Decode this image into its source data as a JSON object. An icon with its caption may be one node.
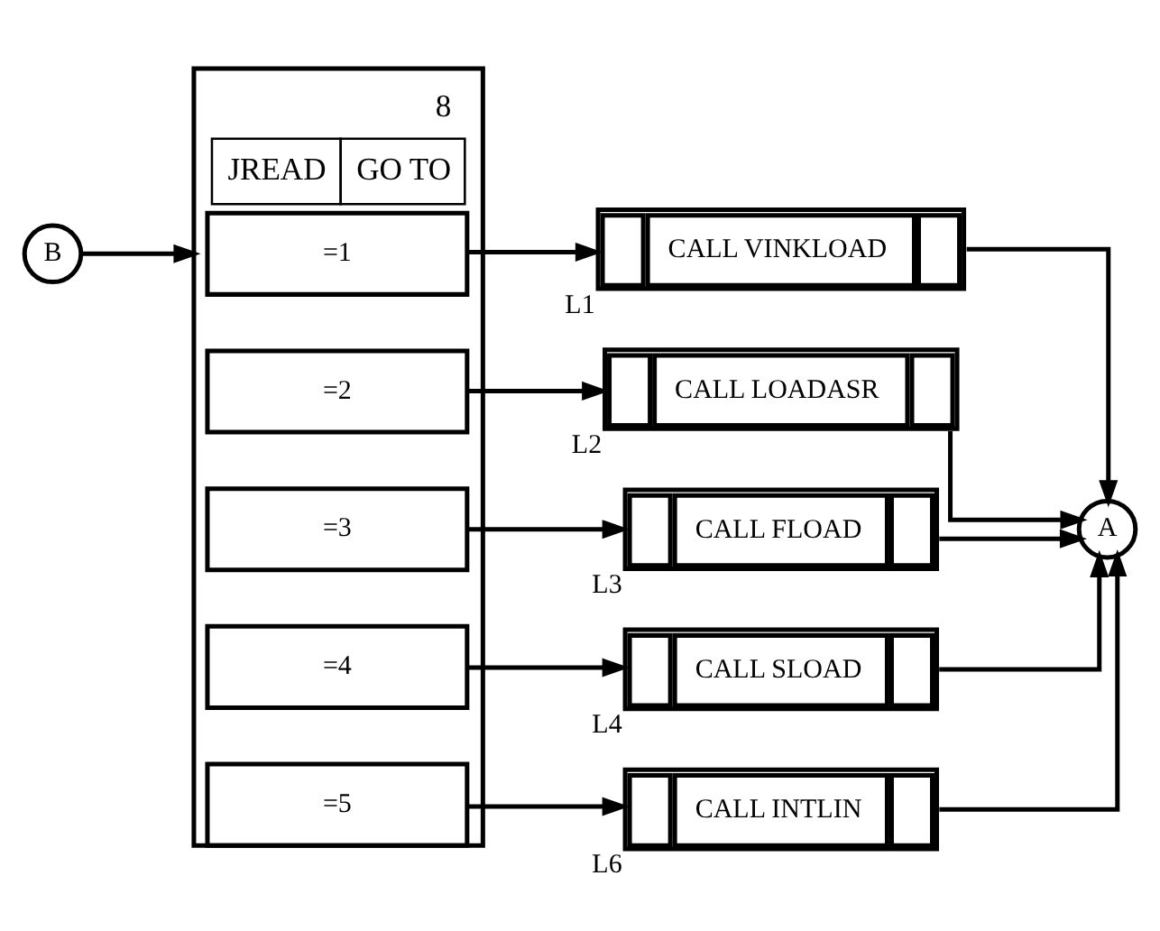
{
  "diagram": {
    "nodes": [
      {
        "text": [
          "B"
        ]
      },
      {
        "text": [
          "JREAD",
          "GO TO"
        ],
        "beside": [
          "8"
        ]
      },
      {
        "text": [
          "=1"
        ],
        "in": 1
      },
      {
        "text": [
          "=2"
        ],
        "in": 1
      },
      {
        "text": [
          "=3"
        ],
        "in": 1
      },
      {
        "text": [
          "=4"
        ],
        "in": 1
      },
      {
        "text": [
          "=5"
        ],
        "in": 1
      },
      {
        "text": [
          "CALL VINKLOAD"
        ],
        "beside": [
          "L1"
        ]
      },
      {
        "text": [
          "CALL LOADASR"
        ],
        "beside": [
          "L2"
        ]
      },
      {
        "text": [
          "CALL FLOAD"
        ],
        "beside": [
          "L3"
        ]
      },
      {
        "text": [
          "CALL SLOAD"
        ],
        "beside": [
          "L4"
        ]
      },
      {
        "text": [
          "CALL INTLIN"
        ],
        "beside": [
          "L6"
        ]
      },
      {
        "text": [
          "A"
        ]
      }
    ],
    "edges": [
      {
        "from": 0,
        "to": 1,
        "arrow": "to"
      },
      {
        "from": 2,
        "to": 7,
        "arrow": "to"
      },
      {
        "from": 3,
        "to": 8,
        "arrow": "to"
      },
      {
        "from": 4,
        "to": 9,
        "arrow": "to"
      },
      {
        "from": 5,
        "to": 10,
        "arrow": "to"
      },
      {
        "from": 6,
        "to": 11,
        "arrow": "to"
      },
      {
        "from": 7,
        "to": 12,
        "arrow": "to"
      },
      {
        "from": 8,
        "to": 12,
        "arrow": "to"
      },
      {
        "from": 9,
        "to": 12,
        "arrow": "to"
      },
      {
        "from": 10,
        "to": 12,
        "arrow": "to"
      },
      {
        "from": 11,
        "to": 12,
        "arrow": "to"
      }
    ]
  }
}
